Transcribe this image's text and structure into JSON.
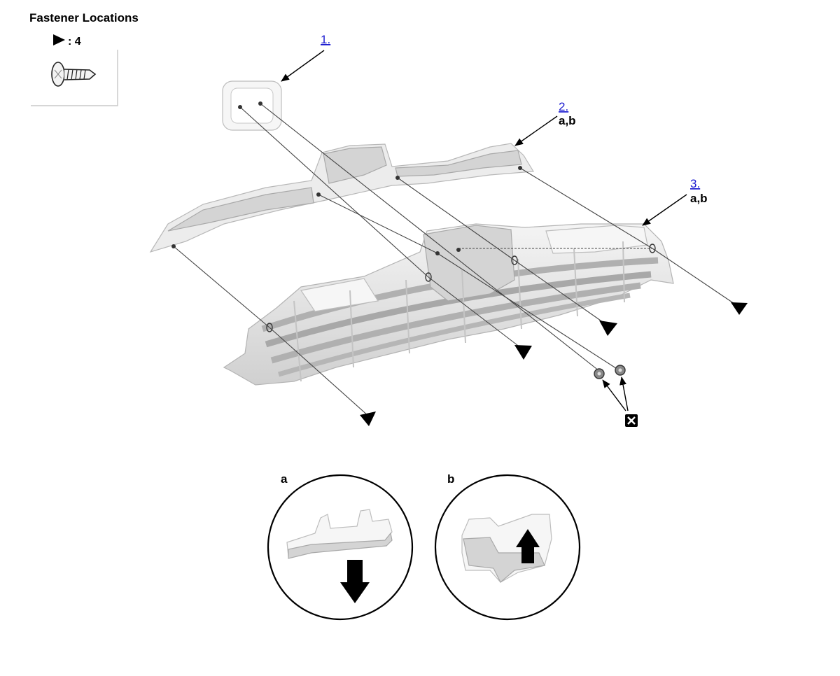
{
  "header": {
    "title": "Fastener Locations"
  },
  "legend": {
    "count_text": ": 4"
  },
  "callouts": [
    {
      "number": "1.",
      "sub": ""
    },
    {
      "number": "2.",
      "sub": "a,b"
    },
    {
      "number": "3.",
      "sub": "a,b"
    }
  ],
  "details": [
    {
      "label": "a"
    },
    {
      "label": "b"
    }
  ],
  "icons": {
    "fastener": "screw-icon",
    "fastener_marker": "triangle-pointer-icon",
    "replace": "replace-part-icon"
  },
  "colors": {
    "callout_link": "#1a1ad0",
    "part_fill": "#ececec",
    "line": "#000000"
  }
}
